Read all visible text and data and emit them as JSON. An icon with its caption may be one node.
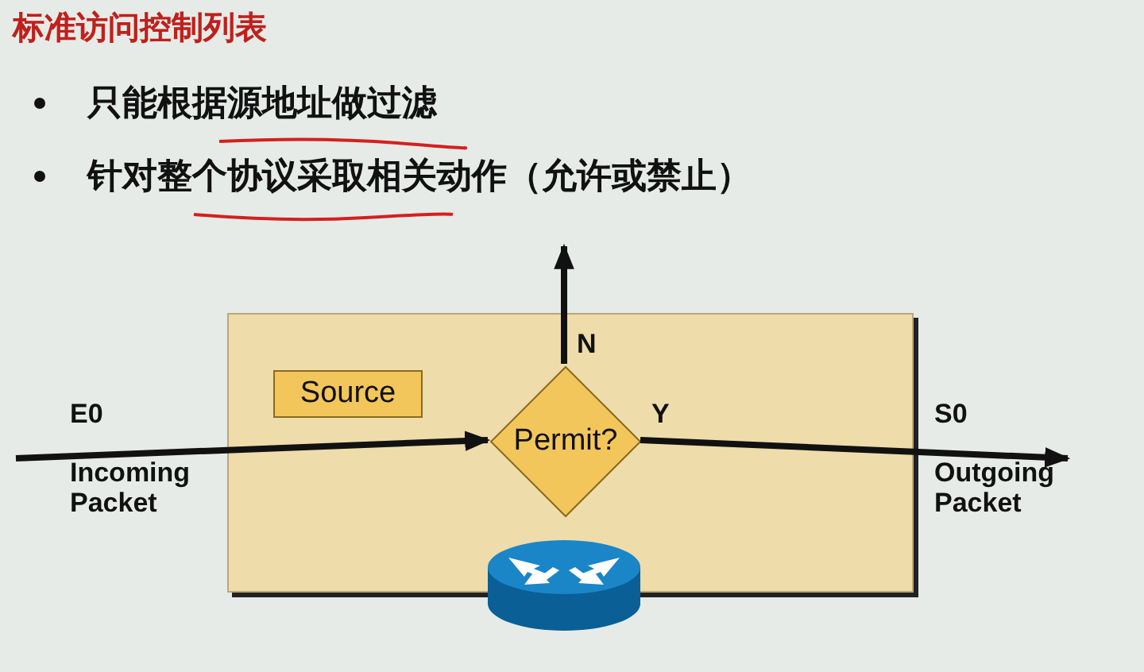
{
  "diagram": {
    "title": "标准访问控制列表",
    "nodes": [
      {
        "text": [],
        "shape": "box"
      },
      {
        "text": [
          "Source"
        ],
        "in": 0
      },
      {
        "text": [
          "Permit?"
        ],
        "in": 0
      },
      {
        "text": [
          "E0",
          "Incoming Packet"
        ]
      },
      {
        "text": [
          "S0",
          "Outgoing Packet"
        ]
      }
    ],
    "edges": [
      {
        "from": 3,
        "to": 2,
        "arrow": "to"
      },
      {
        "from": 2,
        "to": null,
        "arrow": "to",
        "label": "N"
      },
      {
        "from": 2,
        "to": 4,
        "arrow": "to",
        "label": "Y"
      }
    ],
    "labels": [
      "只能根据源地址做过滤",
      "针对整个协议采取相关动作（允许或禁止）"
    ]
  }
}
